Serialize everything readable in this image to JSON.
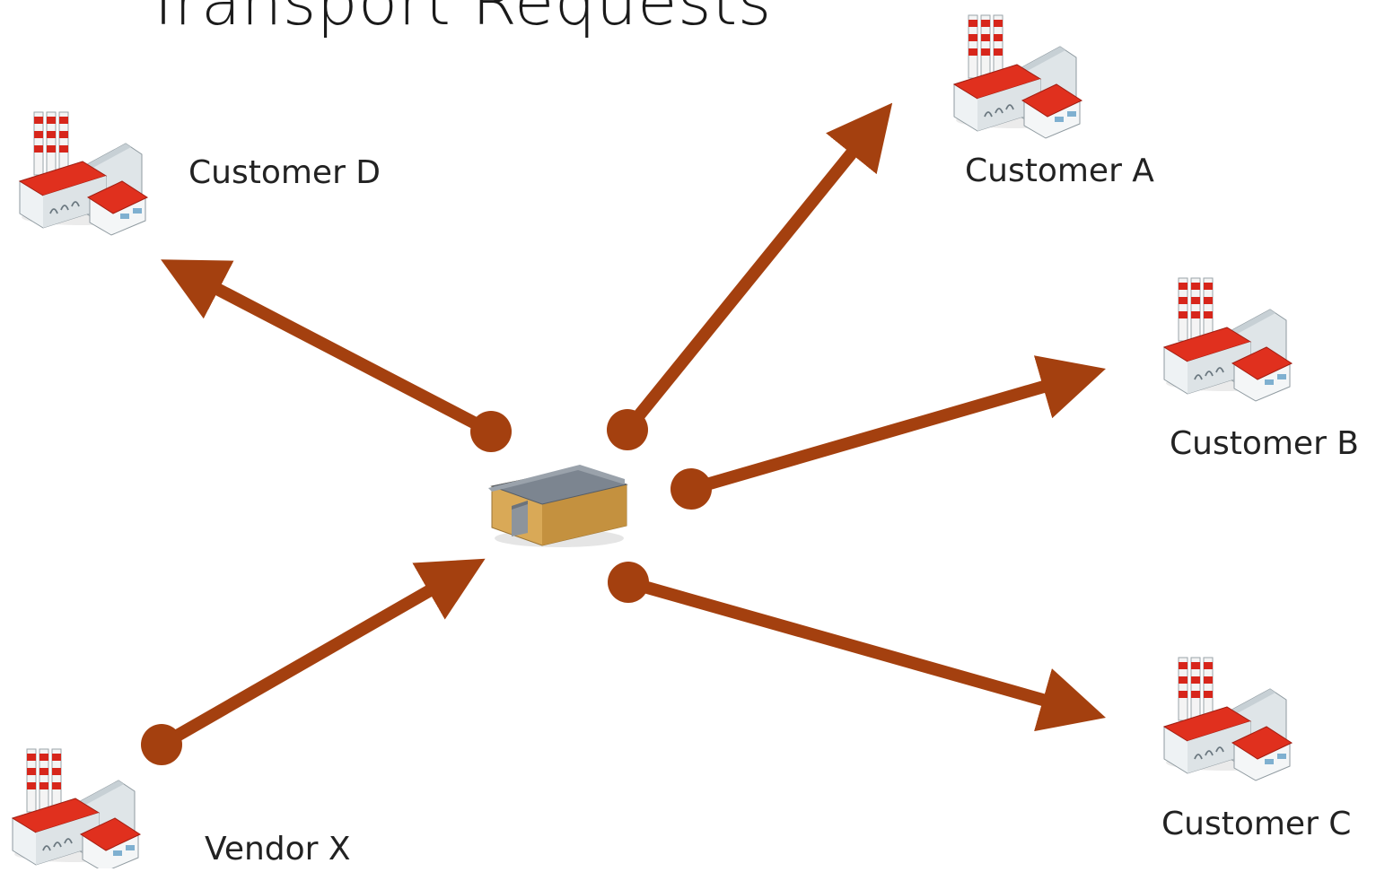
{
  "title": "Transport Requests",
  "nodes": {
    "customer_d": {
      "label": "Customer D",
      "icon": "factory-icon"
    },
    "customer_a": {
      "label": "Customer A",
      "icon": "factory-icon"
    },
    "customer_b": {
      "label": "Customer B",
      "icon": "factory-icon"
    },
    "customer_c": {
      "label": "Customer C",
      "icon": "factory-icon"
    },
    "vendor_x": {
      "label": "Vendor X",
      "icon": "factory-icon"
    },
    "warehouse": {
      "icon": "warehouse-icon"
    }
  },
  "edges": [
    {
      "from": "warehouse",
      "to": "customer_d"
    },
    {
      "from": "warehouse",
      "to": "customer_a"
    },
    {
      "from": "warehouse",
      "to": "customer_b"
    },
    {
      "from": "warehouse",
      "to": "customer_c"
    },
    {
      "from": "vendor_x",
      "to": "warehouse"
    }
  ],
  "colors": {
    "arrow": "#a4400f",
    "factory_roof": "#e0301e",
    "factory_wall": "#e8edf0",
    "warehouse_wall": "#d9a957",
    "warehouse_roof": "#7c8590"
  }
}
